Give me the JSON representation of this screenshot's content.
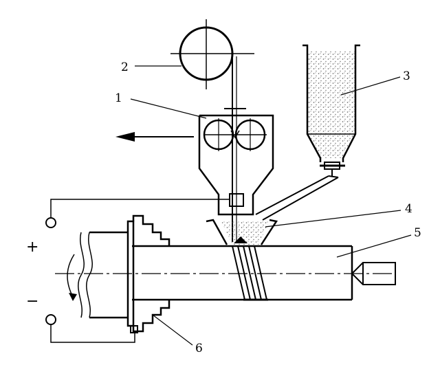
{
  "diagram": {
    "labels": {
      "l1": "1",
      "l2": "2",
      "l3": "3",
      "l4": "4",
      "l5": "5",
      "l6": "6"
    },
    "polarity": {
      "plus": "+",
      "minus": "−"
    }
  },
  "colors": {
    "ink": "#000000",
    "paper": "#ffffff",
    "flux_dots": "#555555"
  }
}
